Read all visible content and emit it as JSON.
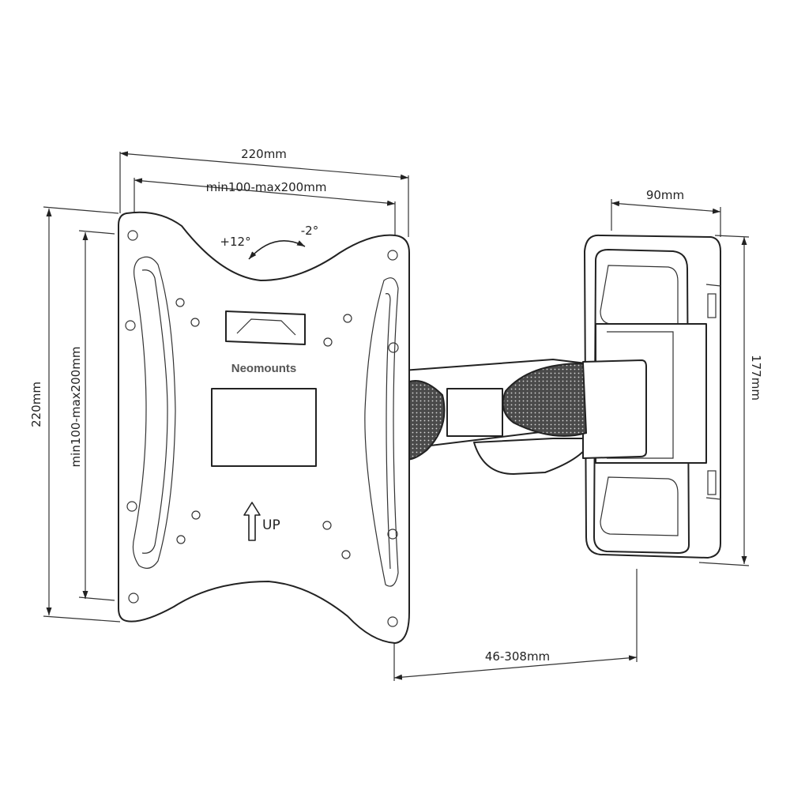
{
  "dimensions": {
    "plate_width": "220mm",
    "vesa_horizontal": "min100-max200mm",
    "plate_height": "220mm",
    "vesa_vertical": "min100-max200mm",
    "wall_plate_width": "90mm",
    "wall_plate_height": "177mm",
    "arm_extension": "46-308mm"
  },
  "tilt": {
    "up": "+12°",
    "down": "-2°"
  },
  "plate_labels": {
    "brand": "Neomounts",
    "orientation": "UP"
  },
  "icons": {
    "tilt": "curved-arrow-icon",
    "up": "up-arrow-icon"
  }
}
